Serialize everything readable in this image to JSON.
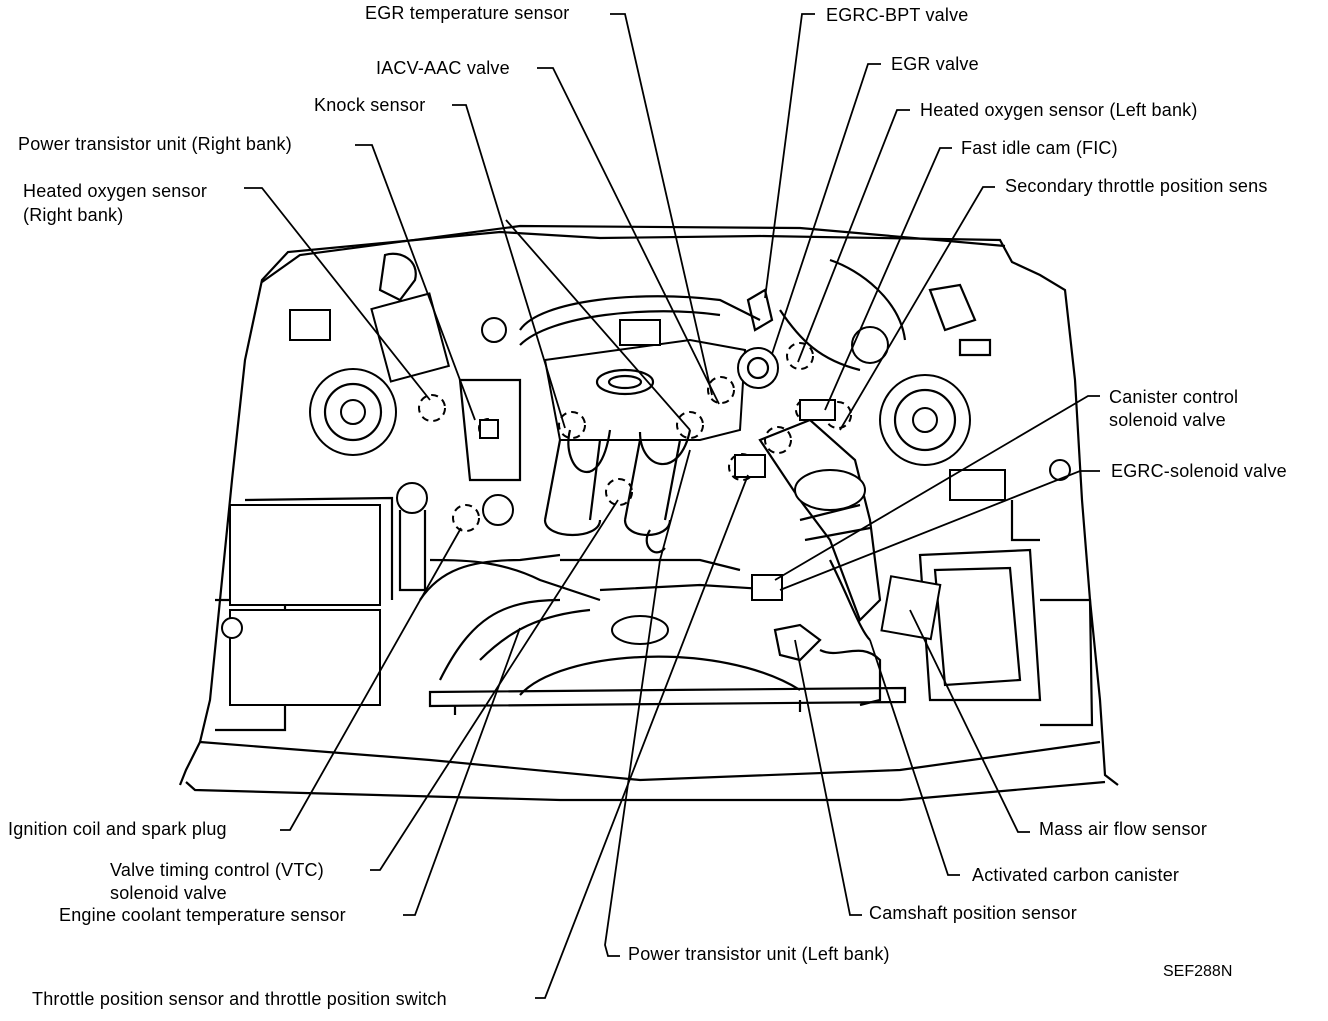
{
  "figure_code": "SEF288N",
  "labels": {
    "egr_temperature_sensor": "EGR temperature sensor",
    "egrc_bpt_valve": "EGRC-BPT valve",
    "iacv_aac_valve": "IACV-AAC valve",
    "egr_valve": "EGR valve",
    "knock_sensor": "Knock sensor",
    "heated_o2_left": "Heated oxygen sensor (Left bank)",
    "power_transistor_right": "Power transistor unit  (Right bank)",
    "fast_idle_cam": "Fast idle cam (FIC)",
    "heated_o2_right_1": "Heated oxygen sensor",
    "heated_o2_right_2": "(Right bank)",
    "secondary_tps": "Secondary throttle position sens",
    "canister_control_1": "Canister control",
    "canister_control_2": "solenoid valve",
    "egrc_solenoid": "EGRC-solenoid  valve",
    "ignition_coil": "Ignition coil and spark plug",
    "vtc_1": "Valve timing control (VTC)",
    "vtc_2": "solenoid valve",
    "ect_sensor": "Engine coolant temperature sensor",
    "throttle_switch": "Throttle position sensor and throttle position switch",
    "mass_air_flow": "Mass air  flow sensor",
    "activated_carbon": "Activated carbon canister",
    "camshaft_position": "Camshaft position sensor",
    "power_transistor_left": "Power transistor unit (Left bank)"
  }
}
